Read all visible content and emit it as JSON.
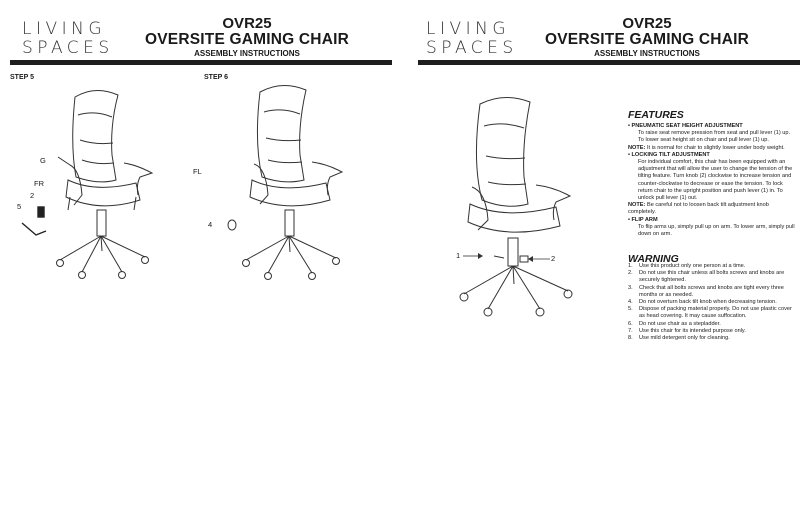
{
  "brand": {
    "line1": "LIVING",
    "line2": "SPACES"
  },
  "header": {
    "model": "OVR25",
    "title": "OVERSITE GAMING CHAIR",
    "subtitle": "ASSEMBLY INSTRUCTIONS"
  },
  "left_page": {
    "step5": {
      "label": "STEP 5",
      "callouts": {
        "g": "G",
        "fr": "FR",
        "fl": "FL",
        "n2": "2",
        "n5": "5"
      }
    },
    "step6": {
      "label": "STEP 6",
      "callouts": {
        "n4": "4"
      }
    }
  },
  "right_page": {
    "callouts": {
      "n1": "1",
      "n2": "2"
    },
    "features": {
      "heading": "FEATURES",
      "items": [
        {
          "label": "• PNEUMATIC SEAT HEIGHT ADJUSTMENT",
          "lines": [
            "To raise seat remove pression from seat and pull lever (1) up.",
            "To lower seat height sit on chair and pull lever (1) up."
          ]
        },
        {
          "label": "NOTE:",
          "note": " It is normal for chair to slightly lower under body weight."
        },
        {
          "label": "• LOCKING TILT ADJUSTMENT",
          "lines": [
            "For individual comfort, this chair has been equipped with an adjustment that will allow the user to change the tension of the tilting feature.  Turn knob (2) clockwise to increase tension and counter-clockwise to decrease or ease the tension. To lock return chair to the upright position and push lever (1) in. To unlock pull lever (1) out."
          ]
        },
        {
          "label": "NOTE:",
          "note": " Be careful not to loosen back tilt adjustment knob completely."
        },
        {
          "label": "• FLIP ARM",
          "lines": [
            "To flip arms up, simply pull up on arm. To lower arm, simply pull down on arm."
          ]
        }
      ]
    },
    "warning": {
      "heading": "WARNING",
      "items": [
        "Use this product only one person at a time.",
        "Do not use this chair unless all bolts screws and knobs are securely tightened.",
        "Check that all bolts screws and knobs are tight every three months or as needed.",
        "Do not overturn back tilt knob when decreasing tension.",
        "Dispose of packing material properly.  Do not use plastic cover as head covering.  It may cause suffocation.",
        "Do not use chair as a stepladder.",
        "Use this chair for its intended purpose only.",
        "Use mild detergent only for cleaning."
      ]
    }
  }
}
